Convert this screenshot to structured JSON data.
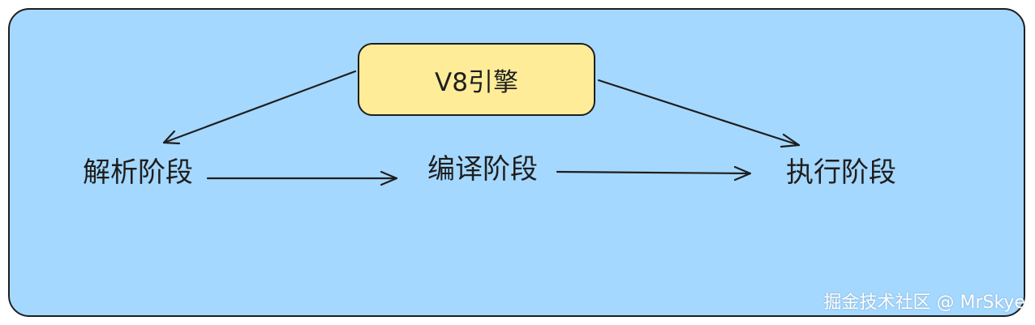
{
  "diagram": {
    "engine_label": "V8引擎",
    "stages": [
      {
        "id": "parse",
        "label": "解析阶段"
      },
      {
        "id": "compile",
        "label": "编译阶段"
      },
      {
        "id": "execute",
        "label": "执行阶段"
      }
    ],
    "edges": [
      {
        "from": "engine",
        "to": "parse"
      },
      {
        "from": "engine",
        "to": "execute"
      },
      {
        "from": "parse",
        "to": "compile"
      },
      {
        "from": "compile",
        "to": "execute"
      }
    ]
  },
  "watermark": "掘金技术社区 @ MrSkye",
  "colors": {
    "panel_fill": "#a5d8ff",
    "engine_fill": "#ffec99",
    "stroke": "#1e1e1e"
  }
}
